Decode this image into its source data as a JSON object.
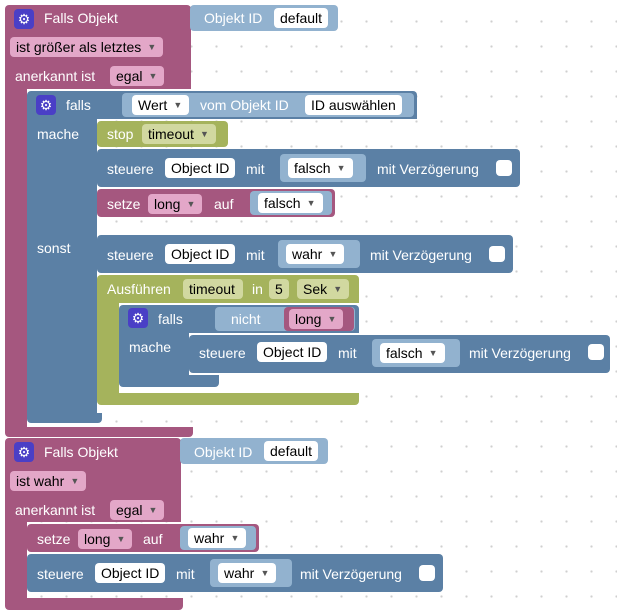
{
  "block1": {
    "header": "Falls Objekt",
    "objekt_id_label": "Objekt ID",
    "objekt_id_value": "default",
    "condition": "ist größer als letztes",
    "anerkannt_label": "anerkannt ist",
    "anerkannt_value": "egal",
    "if_block": {
      "falls_label": "falls",
      "wert_value": "Wert",
      "vom_objekt_label": "vom Objekt ID",
      "id_select_value": "ID auswählen",
      "mache_label": "mache",
      "sonst_label": "sonst",
      "stop_label": "stop",
      "stop_value": "timeout",
      "steuere1": {
        "label": "steuere",
        "object_value": "Object ID",
        "mit_label": "mit",
        "value": "falsch",
        "delay_label": "mit Verzögerung"
      },
      "setze": {
        "label": "setze",
        "var_value": "long",
        "auf_label": "auf",
        "value": "falsch"
      },
      "steuere2": {
        "label": "steuere",
        "object_value": "Object ID",
        "mit_label": "mit",
        "value": "wahr",
        "delay_label": "mit Verzögerung"
      },
      "ausfuehren": {
        "label": "Ausführen",
        "timer_value": "timeout",
        "in_label": "in",
        "amount": "5",
        "unit_value": "Sek",
        "inner_if": {
          "falls_label": "falls",
          "nicht_label": "nicht",
          "var_value": "long",
          "mache_label": "mache",
          "steuere": {
            "label": "steuere",
            "object_value": "Object ID",
            "mit_label": "mit",
            "value": "falsch",
            "delay_label": "mit Verzögerung"
          }
        }
      }
    }
  },
  "block2": {
    "header": "Falls Objekt",
    "objekt_id_label": "Objekt ID",
    "objekt_id_value": "default",
    "condition": "ist wahr",
    "anerkannt_label": "anerkannt ist",
    "anerkannt_value": "egal",
    "setze": {
      "label": "setze",
      "var_value": "long",
      "auf_label": "auf",
      "value": "wahr"
    },
    "steuere": {
      "label": "steuere",
      "object_value": "Object ID",
      "mit_label": "mit",
      "value": "wahr",
      "delay_label": "mit Verzögerung"
    }
  },
  "icons": {
    "gear": "gear-icon",
    "dropdown": "chevron-down-icon"
  },
  "colors": {
    "event": "#a5577f",
    "logic": "#5b80a5",
    "timer": "#a5b35c",
    "variable": "#a5577f",
    "workspace_bg": "#ffffff"
  }
}
